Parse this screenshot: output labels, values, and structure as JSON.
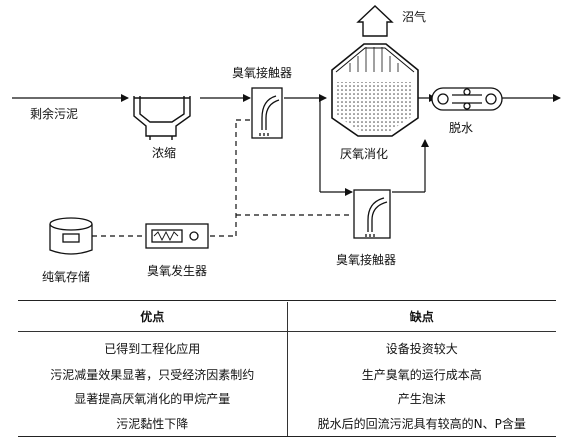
{
  "diagram": {
    "labels": {
      "sludge_in": "剩余污泥",
      "thickening": "浓缩",
      "ozone_contactor_top": "臭氧接触器",
      "biogas": "沼气",
      "anaerobic_digestion": "厌氧消化",
      "dewatering": "脱水",
      "ozone_contactor_bottom": "臭氧接触器",
      "oxygen_storage": "纯氧存储",
      "ozone_generator": "臭氧发生器"
    }
  },
  "table": {
    "headers": [
      "优点",
      "缺点"
    ],
    "advantages": [
      "已得到工程化应用",
      "污泥减量效果显著，只受经济因素制约",
      "显著提高厌氧消化的甲烷产量",
      "污泥黏性下降"
    ],
    "disadvantages": [
      "设备投资较大",
      "生产臭氧的运行成本高",
      "产生泡沫",
      "脱水后的回流污泥具有较高的N、P含量"
    ]
  }
}
